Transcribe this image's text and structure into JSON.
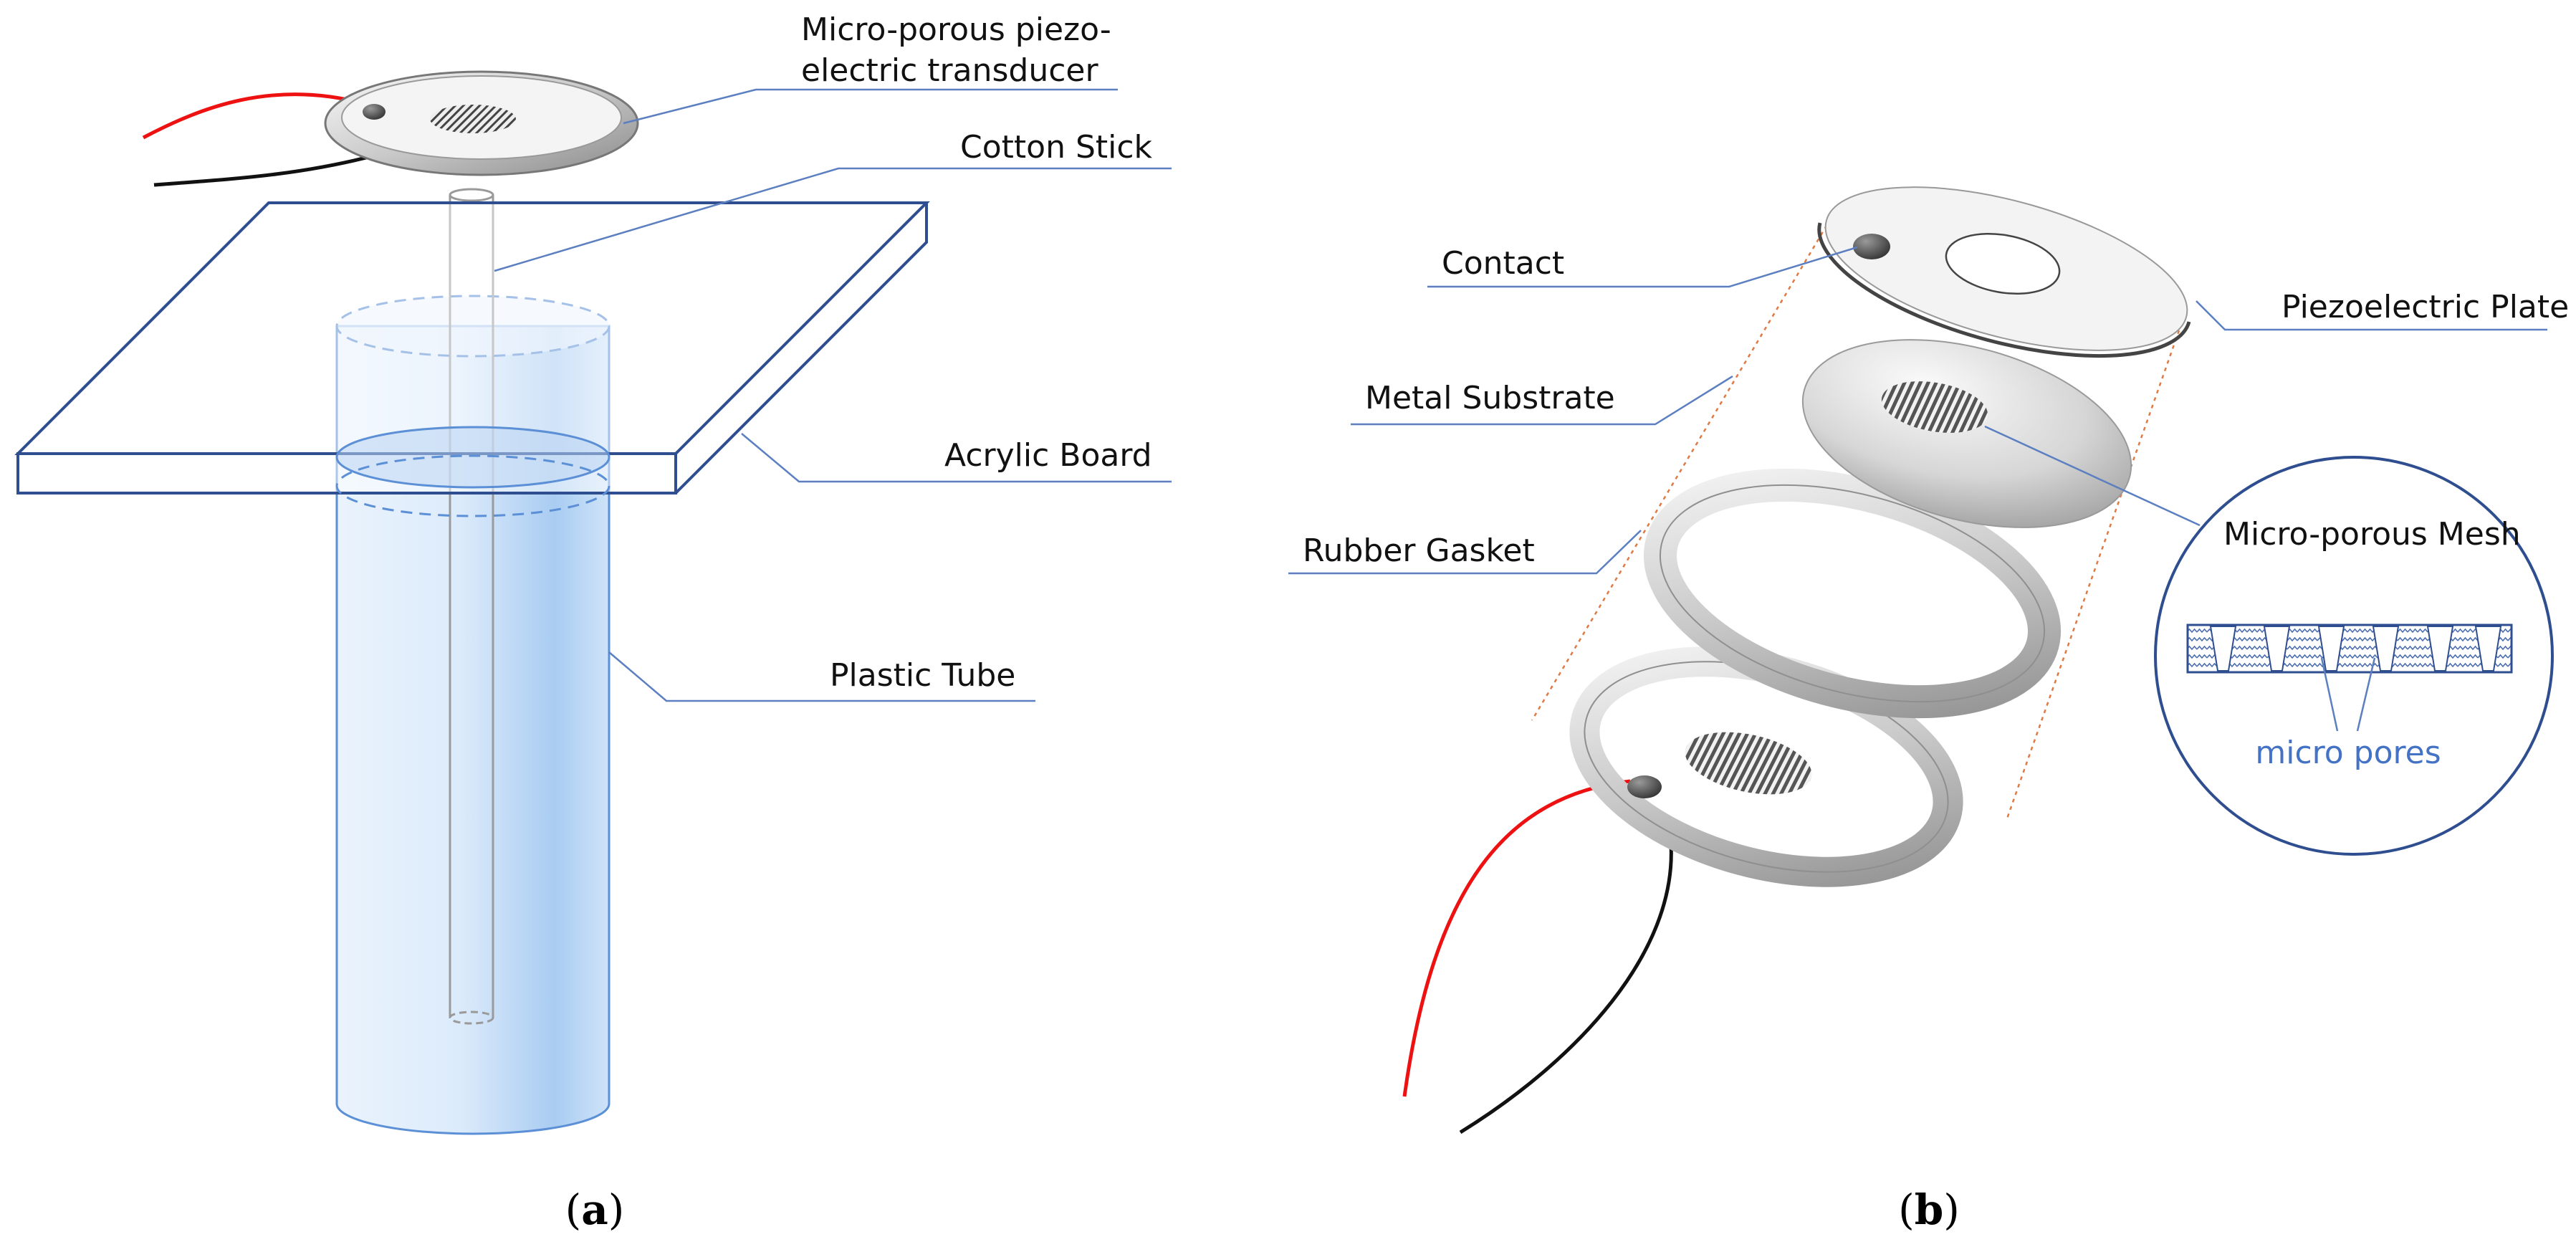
{
  "panel_a": {
    "caption_open": "(",
    "caption_letter": "a",
    "caption_close": ")",
    "labels": {
      "transducer_line1": "Micro-porous piezo-",
      "transducer_line2": "electric transducer",
      "cotton_stick": "Cotton Stick",
      "acrylic_board": "Acrylic Board",
      "plastic_tube": "Plastic Tube"
    }
  },
  "panel_b": {
    "caption_open": "(",
    "caption_letter": "b",
    "caption_close": ")",
    "labels": {
      "contact": "Contact",
      "piezoelectric_plate": "Piezoelectric Plate",
      "metal_substrate": "Metal Substrate",
      "rubber_gasket": "Rubber Gasket",
      "micro_porous_mesh": "Micro-porous Mesh",
      "micro_pores": "micro pores"
    }
  },
  "colors": {
    "outline_blue": "#2e4e8f",
    "tube_blue": "#c8defa",
    "leader_blue": "#5b7fc0",
    "wire_red": "#ee1111",
    "wire_black": "#111111",
    "guide_orange": "#e07a45",
    "label_blue": "#4472c4"
  }
}
